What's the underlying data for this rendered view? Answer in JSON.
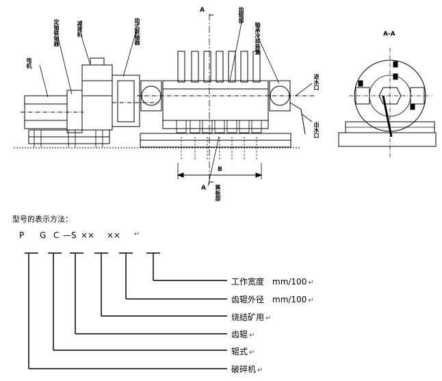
{
  "drawing": {
    "section_mark": "A",
    "section_view_label": "A-A",
    "dimension_label": "B",
    "callouts": {
      "motor": "电机",
      "shaft_coupling": "定轴联轴器",
      "reducer": "减速机",
      "gear_coupling": "齿式联轴器",
      "roller_teeth": "齿辊部",
      "bearing_cooling": "轴承冷却装置",
      "water_inlet": "进水口",
      "water_outlet": "出水口",
      "grate_bars": "箅板部"
    }
  },
  "model": {
    "title": "型号的表示方法：",
    "code_chars": [
      "P",
      "G",
      "C",
      "—S",
      "××",
      "××"
    ],
    "return_mark": "↵",
    "items": [
      {
        "text": "工作宽度　mm/100"
      },
      {
        "text": "齿辊外径　mm/100"
      },
      {
        "text": "烧结矿用"
      },
      {
        "text": "齿辊"
      },
      {
        "text": "辊式"
      },
      {
        "text": "破碎机"
      }
    ]
  }
}
